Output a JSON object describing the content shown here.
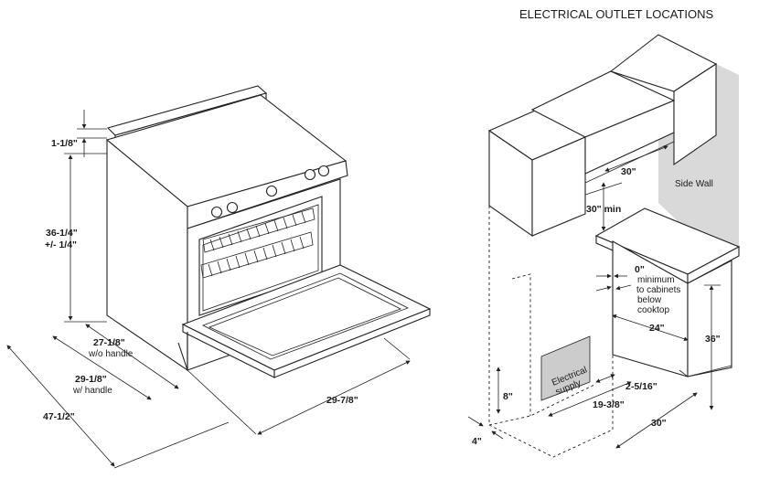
{
  "title": "ELECTRICAL OUTLET LOCATIONS",
  "range": {
    "dim_top": "1-1/8\"",
    "dim_height_1": "36-1/4\"",
    "dim_height_2": "+/- 1/4\"",
    "dim_depth_no_handle": "27-1/8\"",
    "dim_depth_no_handle_note": "w/o handle",
    "dim_depth_handle": "29-1/8\"",
    "dim_depth_handle_note": "w/ handle",
    "dim_total_depth": "47-1/2\"",
    "dim_width": "29-7/8\""
  },
  "install": {
    "side_wall": "Side Wall",
    "dim_30_hood": "30\"",
    "dim_30_min": "30\" min",
    "clearance_1": "0\"",
    "clearance_2": "minimum",
    "clearance_3": "to cabinets",
    "clearance_4": "below",
    "clearance_5": "cooktop",
    "dim_24": "24\"",
    "dim_36": "36\"",
    "electrical_1": "Electrical",
    "electrical_2": "supply",
    "dim_8": "8\"",
    "dim_2_5_16": "2-5/16\"",
    "dim_19_3_8": "19-3/8\"",
    "dim_30_bottom": "30\"",
    "dim_4": "4\""
  },
  "colors": {
    "line": "#222222",
    "wall_shade": "#d9d9d9",
    "supply_shade": "#cccccc"
  }
}
